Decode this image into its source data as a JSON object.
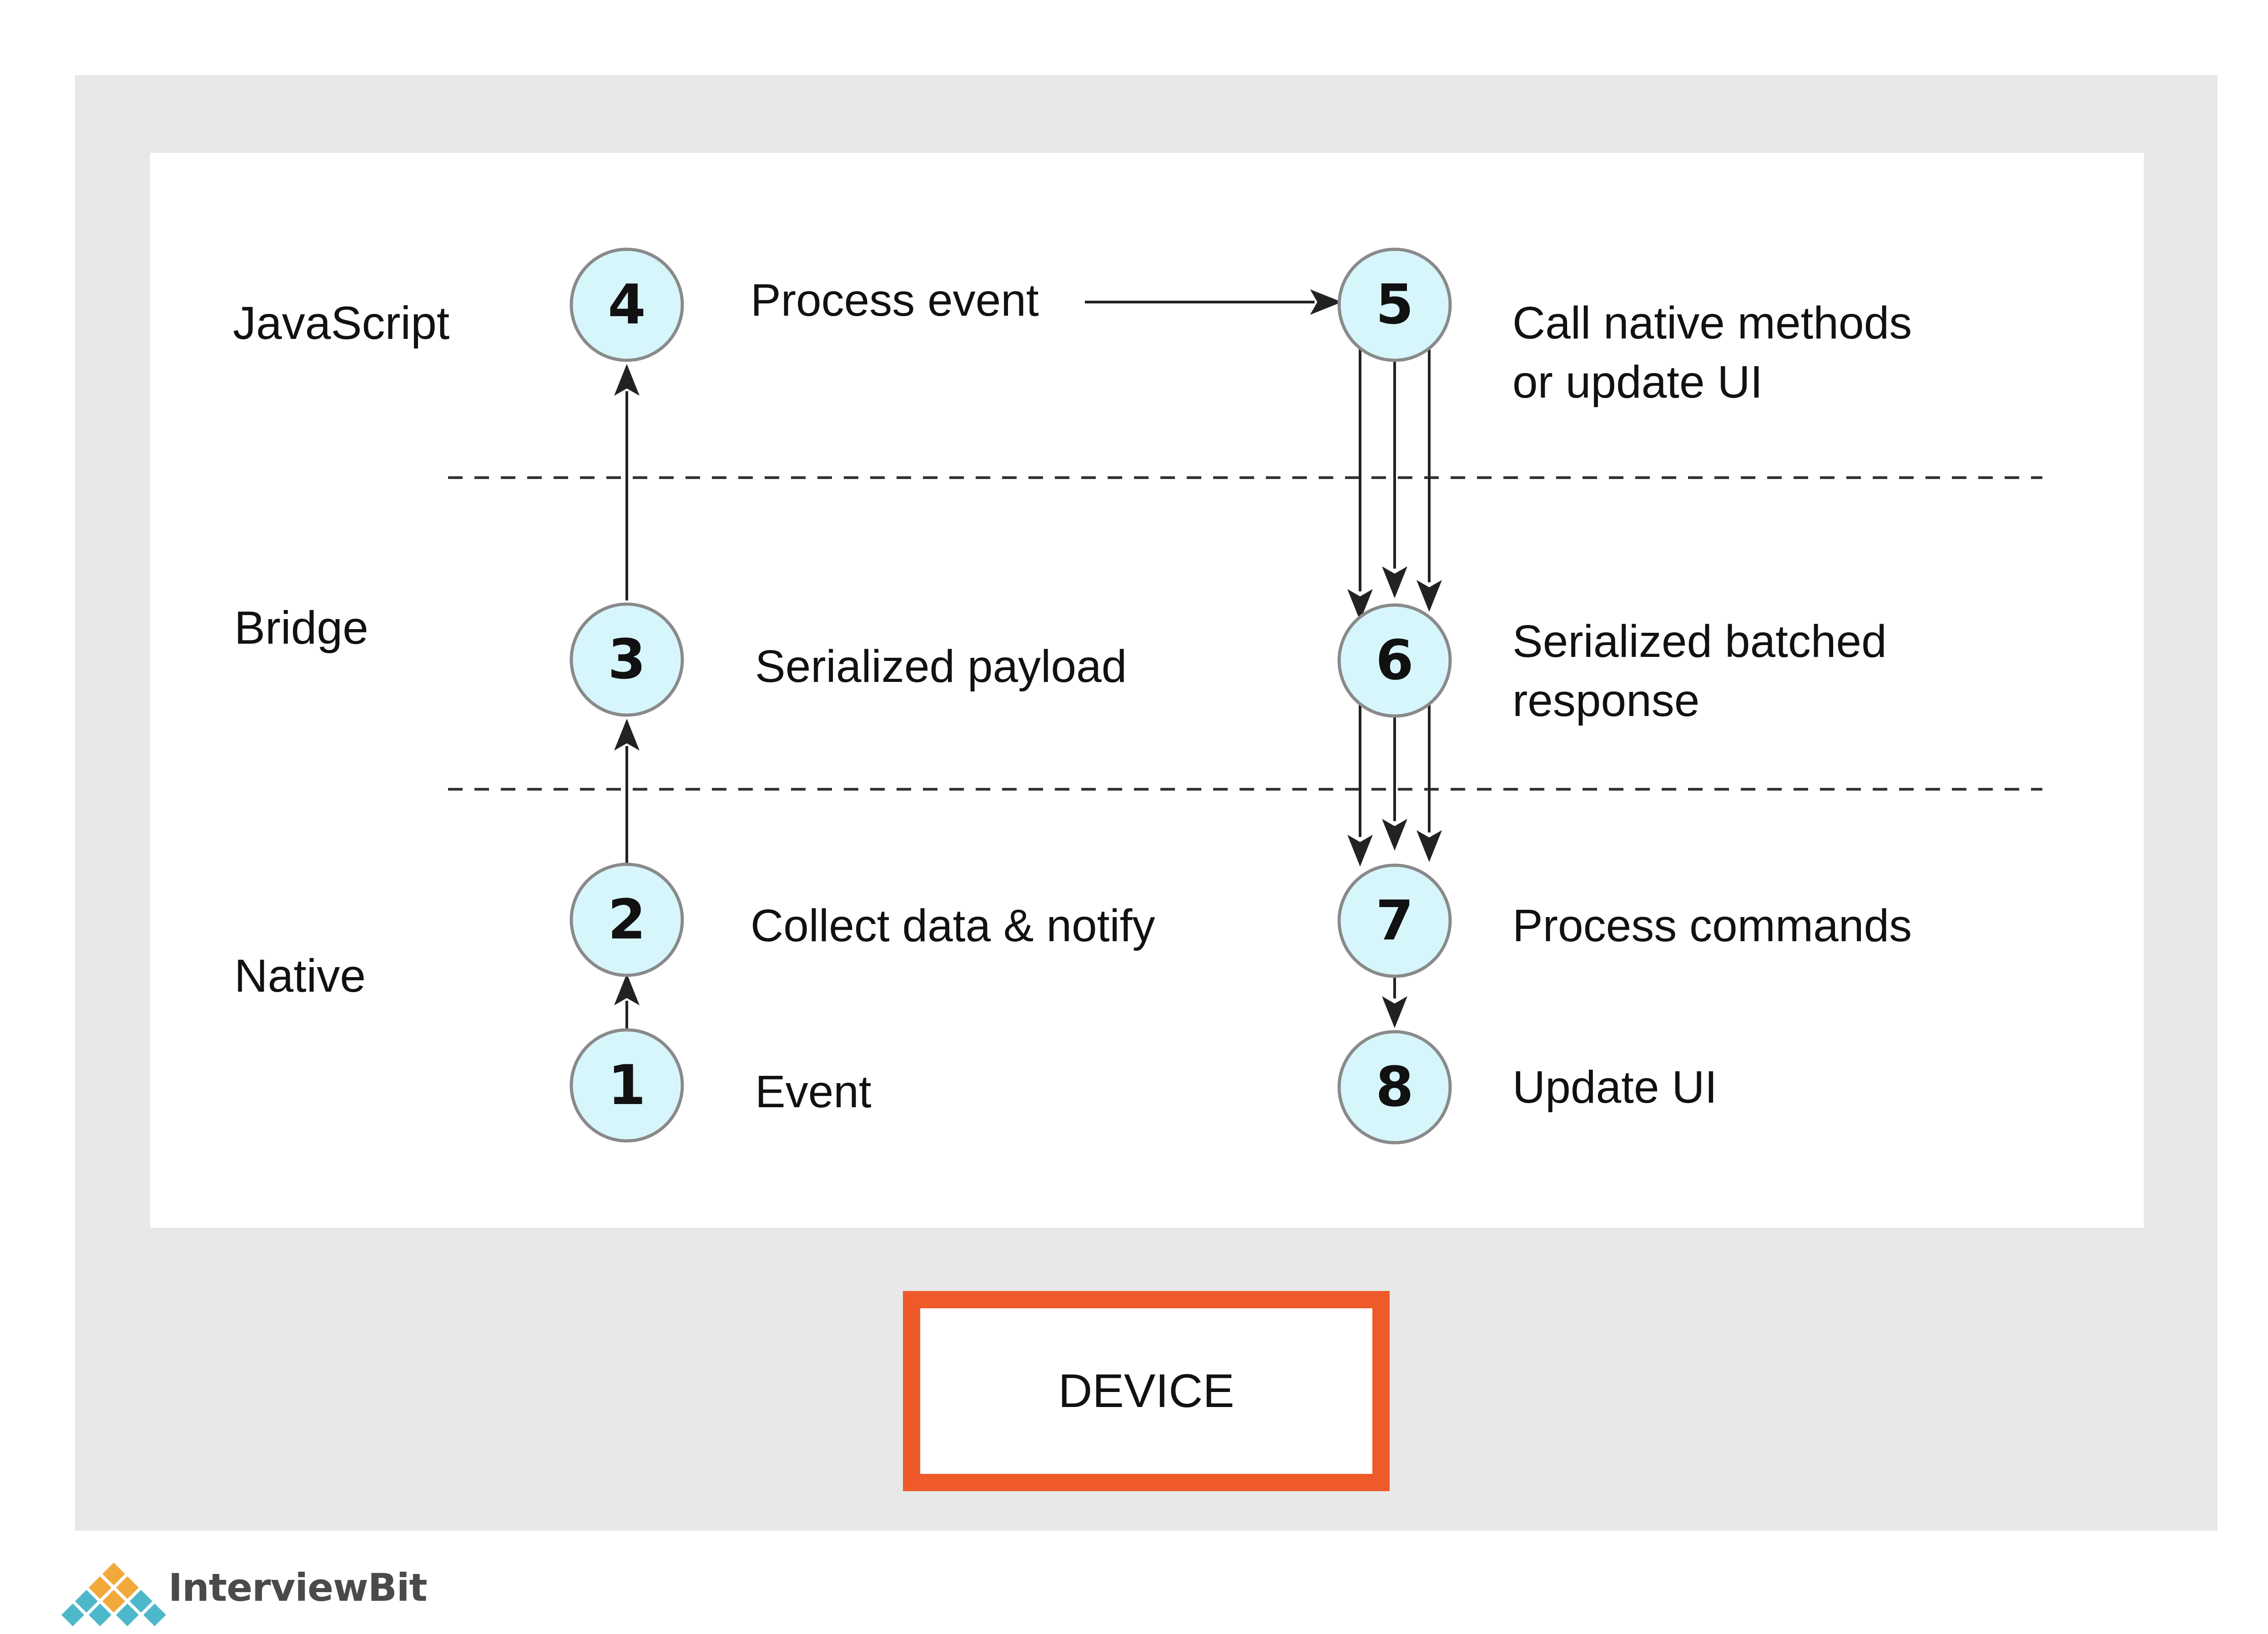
{
  "layers": {
    "javascript": "JavaScript",
    "bridge": "Bridge",
    "native": "Native"
  },
  "nodes": [
    {
      "num": "1",
      "label": "Event"
    },
    {
      "num": "2",
      "label": "Collect data & notify"
    },
    {
      "num": "3",
      "label": "Serialized payload"
    },
    {
      "num": "4",
      "label": "Process event"
    },
    {
      "num": "5",
      "label": "Call native methods",
      "label_2": "or update UI"
    },
    {
      "num": "6",
      "label": "Serialized batched",
      "label_2": "response"
    },
    {
      "num": "7",
      "label": "Process commands"
    },
    {
      "num": "8",
      "label": "Update UI"
    }
  ],
  "device": {
    "label": "DEVICE"
  },
  "brand": {
    "name": "InterviewBit"
  },
  "colors": {
    "frame": "#e8e8e8",
    "node_fill": "#d6f6fc",
    "node_stroke": "#8a8a8a",
    "device_border": "#ee5a2a",
    "arrow": "#222222"
  }
}
